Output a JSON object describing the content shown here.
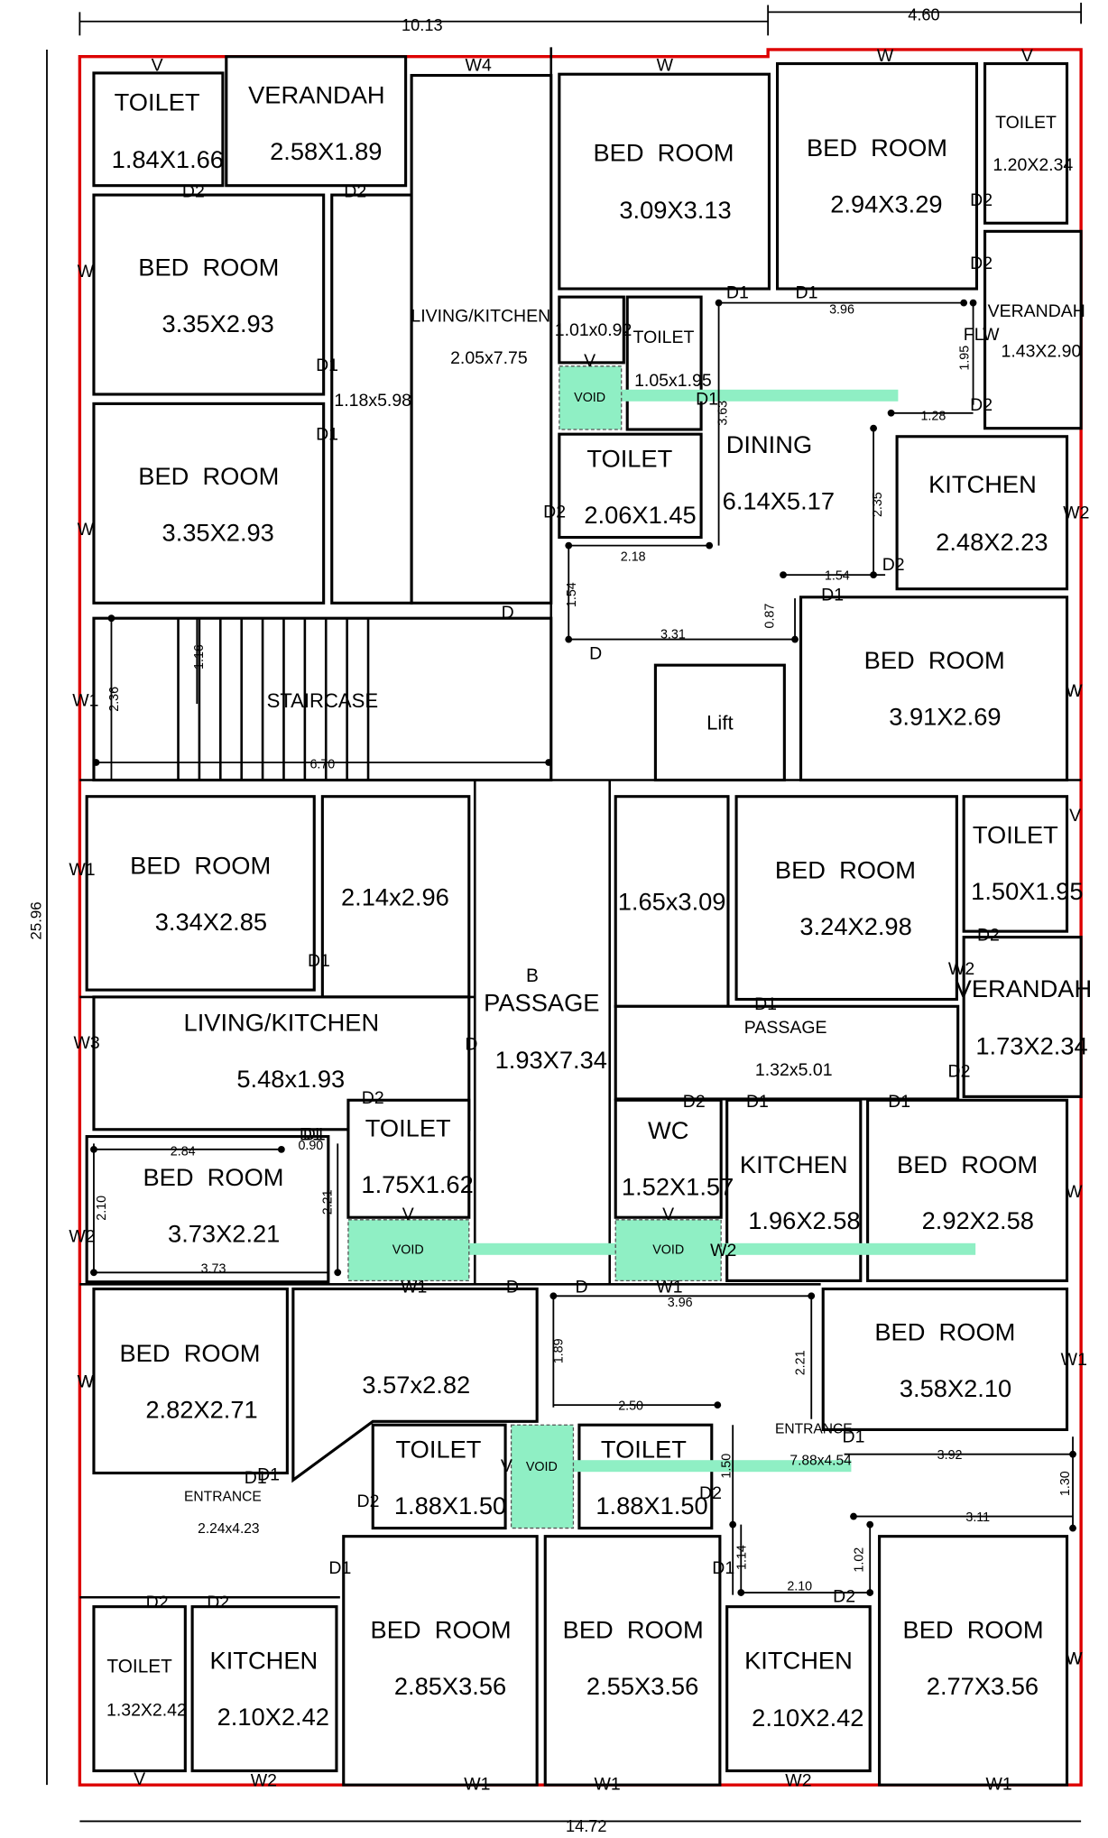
{
  "dimensions": {
    "top_left": "10.13",
    "top_right": "4.60",
    "bottom": "14.72",
    "left_side": "25.96"
  },
  "rooms": [
    {
      "name": "TOILET",
      "size": "1.84X1.66"
    },
    {
      "name": "VERANDAH",
      "size": "2.58X1.89"
    },
    {
      "name": "BED  ROOM",
      "size": "3.35X2.93"
    },
    {
      "name": "BED  ROOM",
      "size": "3.35X2.93"
    },
    {
      "name": "LIVING/KITCHEN",
      "size": "2.05x7.75"
    },
    {
      "name": "",
      "size": "1.18x5.98"
    },
    {
      "name": "BED  ROOM",
      "size": "3.09X3.13"
    },
    {
      "name": "BED  ROOM",
      "size": "2.94X3.29"
    },
    {
      "name": "TOILET",
      "size": "1.20X2.34"
    },
    {
      "name": "VERANDAH",
      "size": "1.43X2.90"
    },
    {
      "name": "",
      "size": "1.01x0.92"
    },
    {
      "name": "TOILET",
      "size": "1.05x1.95"
    },
    {
      "name": "TOILET",
      "size": "2.06X1.45"
    },
    {
      "name": "DINING",
      "size": "6.14X5.17"
    },
    {
      "name": "KITCHEN",
      "size": "2.48X2.23"
    },
    {
      "name": "BED  ROOM",
      "size": "3.91X2.69"
    },
    {
      "name": "STAIRCASE",
      "size": ""
    },
    {
      "name": "Lift",
      "size": ""
    },
    {
      "name": "BED  ROOM",
      "size": "3.34X2.85"
    },
    {
      "name": "",
      "size": "2.14x2.96"
    },
    {
      "name": "PASSAGE",
      "size": "1.93X7.34"
    },
    {
      "name": "",
      "size": "1.65x3.09"
    },
    {
      "name": "BED  ROOM",
      "size": "3.24X2.98"
    },
    {
      "name": "TOILET",
      "size": "1.50X1.95"
    },
    {
      "name": "VERANDAH",
      "size": "1.73X2.34"
    },
    {
      "name": "LIVING/KITCHEN",
      "size": "5.48x1.93"
    },
    {
      "name": "PASSAGE",
      "size": "1.32x5.01"
    },
    {
      "name": "BED  ROOM",
      "size": "3.73X2.21"
    },
    {
      "name": "TOILET",
      "size": "1.75X1.62"
    },
    {
      "name": "WC",
      "size": "1.52X1.57"
    },
    {
      "name": "KITCHEN",
      "size": "1.96X2.58"
    },
    {
      "name": "BED  ROOM",
      "size": "2.92X2.58"
    },
    {
      "name": "BED  ROOM",
      "size": "2.82X2.71"
    },
    {
      "name": "",
      "size": "3.57x2.82"
    },
    {
      "name": "BED  ROOM",
      "size": "3.58X2.10"
    },
    {
      "name": "TOILET",
      "size": "1.88X1.50"
    },
    {
      "name": "TOILET",
      "size": "1.88X1.50"
    },
    {
      "name": "ENTRANCE",
      "size": "2.24x4.23"
    },
    {
      "name": "ENTRANCE",
      "size": "7.88x4.54"
    },
    {
      "name": "TOILET",
      "size": "1.32X2.42"
    },
    {
      "name": "KITCHEN",
      "size": "2.10X2.42"
    },
    {
      "name": "BED  ROOM",
      "size": "2.85X3.56"
    },
    {
      "name": "BED  ROOM",
      "size": "2.55X3.56"
    },
    {
      "name": "KITCHEN",
      "size": "2.10X2.42"
    },
    {
      "name": "BED  ROOM",
      "size": "2.77X3.56"
    }
  ],
  "void_label": "VOID",
  "void_count": 4,
  "passage_mark": "B",
  "flw_label": "FLW",
  "inner_dims": [
    "3.96",
    "1.95",
    "1.28",
    "3.63",
    "2.35",
    "2.18",
    "1.54",
    "1.54",
    "0.87",
    "3.31",
    "1.16",
    "2.36",
    "6.70",
    "2.84",
    "0.90",
    "2.10",
    "2.21",
    "3.73",
    "3.96",
    "1.89",
    "2.21",
    "2.50",
    "1.50",
    "3.92",
    "1.30",
    "3.11",
    "1.14",
    "1.02",
    "2.10"
  ],
  "openings": [
    "D2",
    "D2",
    "D1",
    "D1",
    "D",
    "D2",
    "D1",
    "D1",
    "D2",
    "D2",
    "D2",
    "D1",
    "D2",
    "D",
    "D1",
    "D",
    "D1",
    "D1",
    "D2",
    "D1",
    "D2",
    "D2",
    "D1",
    "D1",
    "D1",
    "D2",
    "D1",
    "D",
    "D",
    "D1",
    "D1",
    "D2",
    "D2",
    "D1",
    "D1",
    "D2",
    "D2",
    "D2"
  ],
  "windows": [
    "W4",
    "W",
    "W",
    "W",
    "W",
    "W",
    "W2",
    "W1",
    "W",
    "W1",
    "W",
    "W2",
    "W3",
    "W2",
    "W1",
    "W1",
    "W",
    "W2",
    "W",
    "W1",
    "W",
    "W",
    "W2",
    "W1",
    "W1",
    "W2",
    "W1",
    "V",
    "V",
    "V",
    "V",
    "V",
    "V",
    "V",
    "V"
  ]
}
